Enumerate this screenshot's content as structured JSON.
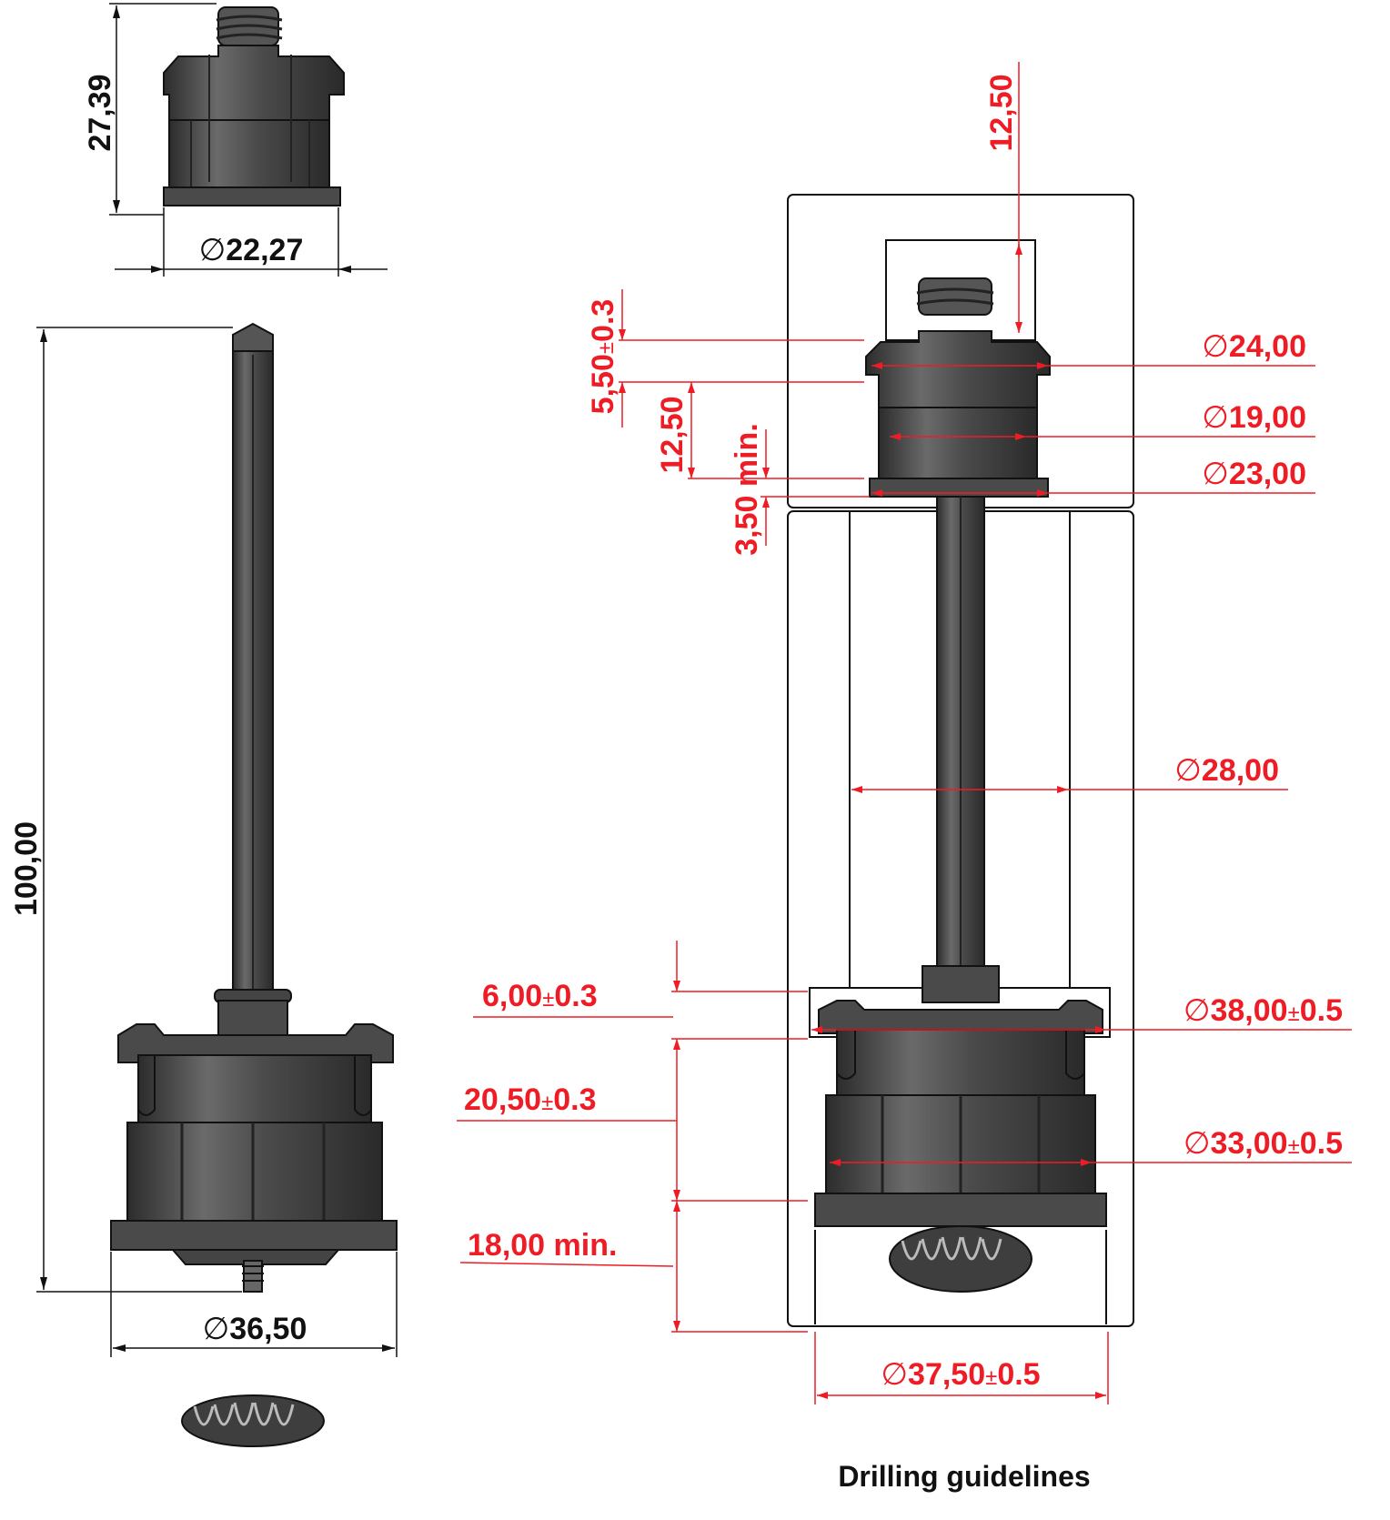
{
  "colors": {
    "dimension_red": "#ee1c24",
    "part_dark": "#3d3d3d",
    "part_mid": "#5a5a5a",
    "part_light": "#7a7a7a",
    "outline": "#111111"
  },
  "symbols": {
    "diameter": "∅",
    "plus_minus": "±"
  },
  "parts_views": {
    "small_cap": {
      "height_label": "27,39",
      "diameter_value": "22,27"
    },
    "full_assembly": {
      "length_label": "100,00",
      "diameter_value": "36,50"
    }
  },
  "drilling_view": {
    "caption": "Drilling guidelines",
    "dimensions": {
      "top_depth": "12,50",
      "recess_depth": {
        "value": "5,50",
        "tol": "0.3"
      },
      "body_depth": "12,50",
      "min_gap": "3,50 min.",
      "dia_24": "24,00",
      "dia_19": "19,00",
      "dia_23": "23,00",
      "dia_28": "28,00",
      "depth_6": {
        "value": "6,00",
        "tol": "0.3"
      },
      "depth_20": {
        "value": "20,50",
        "tol": "0.3"
      },
      "depth_18": "18,00 min.",
      "dia_38": {
        "value": "38,00",
        "tol": "0.5"
      },
      "dia_33": {
        "value": "33,00",
        "tol": "0.5"
      },
      "dia_37": {
        "value": "37,50",
        "tol": "0.5"
      }
    }
  }
}
